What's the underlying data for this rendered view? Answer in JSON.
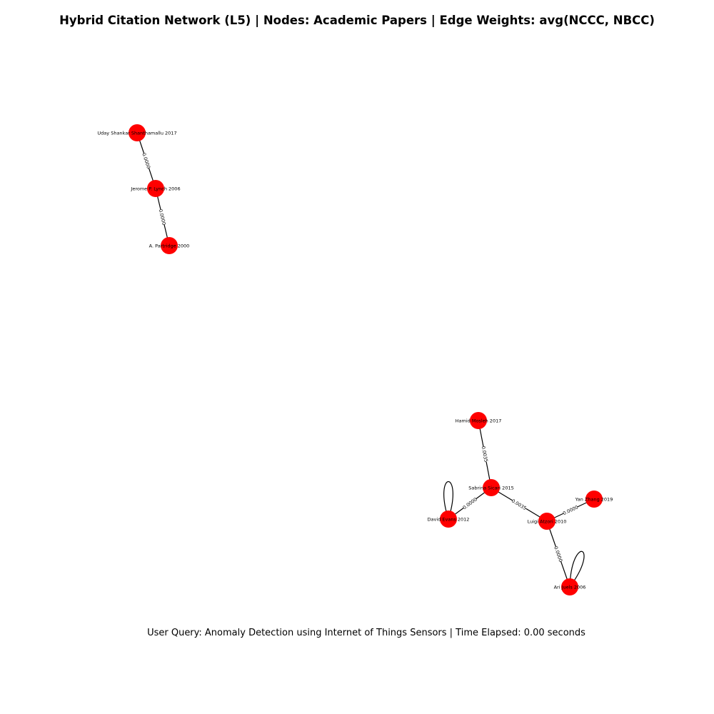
{
  "title": "Hybrid Citation Network (L5) | Nodes: Academic Papers | Edge Weights: avg(NCCC, NBCC)",
  "caption": "User Query: Anomaly Detection using Internet of Things Sensors | Time Elapsed: 0.00 seconds",
  "colors": {
    "node": "#ff0000",
    "edge": "#000000",
    "background": "#ffffff"
  },
  "graph": {
    "nodes": [
      {
        "id": "uday",
        "label": "Uday Shankar Shanthamallu 2017"
      },
      {
        "id": "jerome",
        "label": "Jerome P. Lynch 2006"
      },
      {
        "id": "partridge",
        "label": "A. Partridge 2000"
      },
      {
        "id": "hamid",
        "label": "Hamid Mosleh 2017"
      },
      {
        "id": "sabrina",
        "label": "Sabrina Sicari 2015"
      },
      {
        "id": "david",
        "label": "David Evans 2012"
      },
      {
        "id": "luigi",
        "label": "Luigi Atzori 2010"
      },
      {
        "id": "yan",
        "label": "Yan Zhang 2019"
      },
      {
        "id": "ari",
        "label": "Ari Juels 2006"
      }
    ],
    "edges": [
      {
        "source": "uday",
        "target": "jerome",
        "weight": "0.0000"
      },
      {
        "source": "jerome",
        "target": "partridge",
        "weight": "0.0000"
      },
      {
        "source": "hamid",
        "target": "sabrina",
        "weight": "0.0035"
      },
      {
        "source": "sabrina",
        "target": "david",
        "weight": "0.0000"
      },
      {
        "source": "sabrina",
        "target": "luigi",
        "weight": "0.0035"
      },
      {
        "source": "luigi",
        "target": "yan",
        "weight": "0.0000"
      },
      {
        "source": "luigi",
        "target": "ari",
        "weight": "0.0000"
      }
    ],
    "self_loops": [
      {
        "node": "david"
      },
      {
        "node": "ari"
      }
    ]
  }
}
